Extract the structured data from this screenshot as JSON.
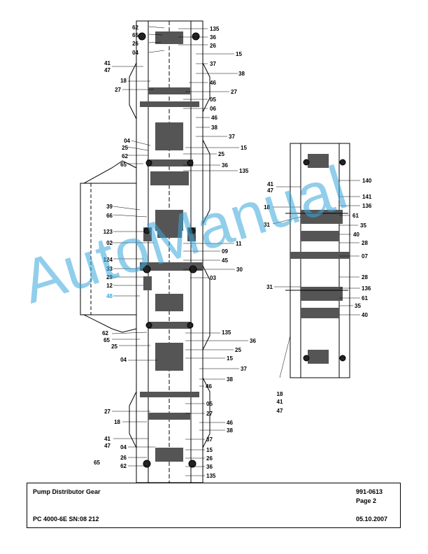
{
  "title_block": {
    "title": "Pump Distributor Gear",
    "doc_number": "991-0613",
    "page": "Page 2",
    "model": "PC 4000-6E SN:08 212",
    "date": "05.10.2007"
  },
  "watermark": {
    "text": "AutoManual",
    "color": "#39a7dc"
  },
  "callouts": {
    "main": [
      "62",
      "65",
      "26",
      "04",
      "135",
      "36",
      "26",
      "15",
      "41",
      "47",
      "37",
      "18",
      "38",
      "27",
      "46",
      "27",
      "05",
      "06",
      "46",
      "38",
      "37",
      "04",
      "25",
      "62",
      "65",
      "15",
      "25",
      "36",
      "135",
      "39",
      "66",
      "123",
      "02",
      "11",
      "09",
      "124",
      "45",
      "33",
      "29",
      "30",
      "03",
      "12",
      "48",
      "62",
      "135",
      "65",
      "36",
      "25",
      "25",
      "04",
      "15",
      "37",
      "38",
      "46",
      "27",
      "05",
      "18",
      "27",
      "46",
      "38",
      "41",
      "47",
      "04",
      "37",
      "15",
      "26",
      "26",
      "62",
      "36",
      "65",
      "135"
    ],
    "detail": [
      "41",
      "47",
      "140",
      "141",
      "18",
      "136",
      "61",
      "31",
      "35",
      "40",
      "28",
      "07",
      "28",
      "31",
      "136",
      "61",
      "35",
      "40",
      "18",
      "41",
      "47"
    ]
  }
}
